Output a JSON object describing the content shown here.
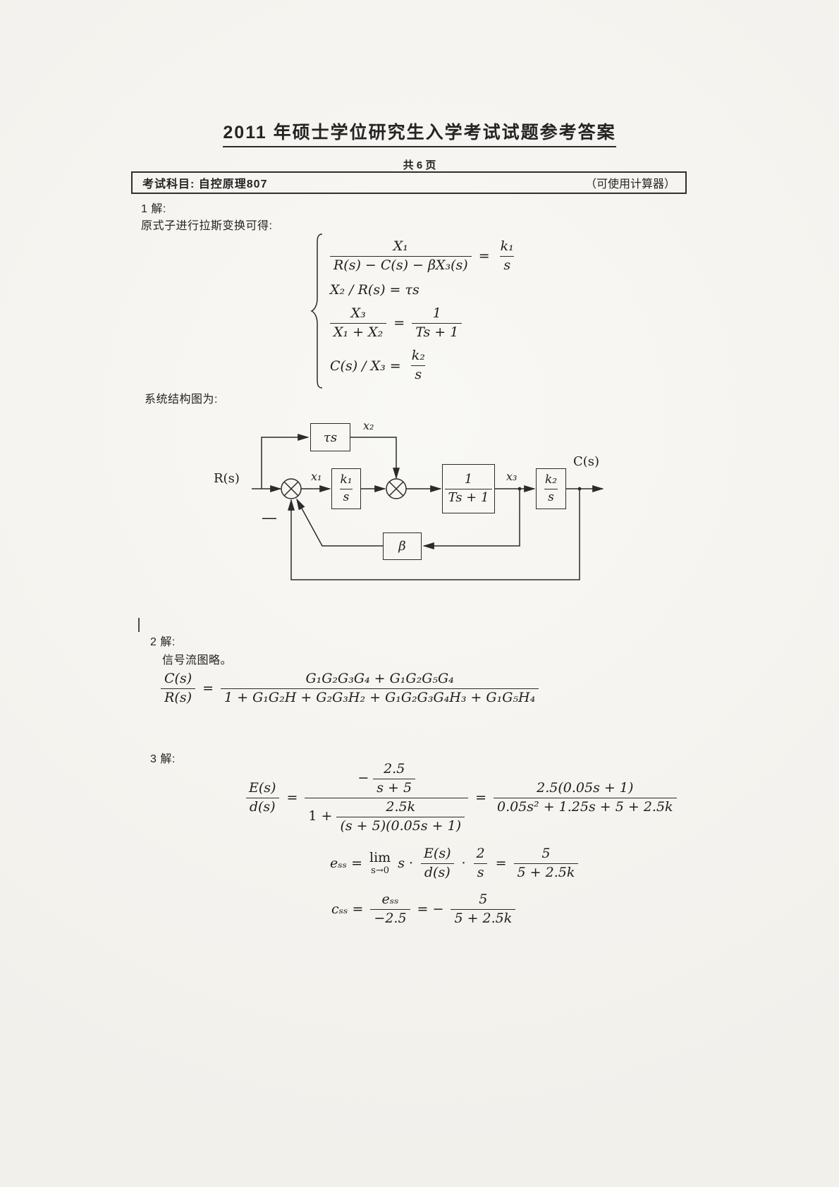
{
  "header": {
    "title": "2011 年硕士学位研究生入学考试试题参考答案",
    "pages": "共 6 页",
    "subject": "考试科目: 自控原理807",
    "calculator": "（可使用计算器）"
  },
  "sec1": {
    "heading": "1 解:",
    "intro": "原式子进行拉斯变换可得:",
    "eq1": {
      "num": "X₁",
      "den": "R(s) − C(s) − βX₃(s)",
      "eq": "=",
      "rnum": "k₁",
      "rden": "s"
    },
    "eq2": {
      "text": "X₂ / R(s) = τs"
    },
    "eq3": {
      "num": "X₃",
      "den": "X₁ + X₂",
      "eq": "=",
      "rnum": "1",
      "rden": "Ts + 1"
    },
    "eq4": {
      "lhs": "C(s) / X₃ =",
      "rnum": "k₂",
      "rden": "s"
    },
    "diagram_caption": "系统结构图为:"
  },
  "diagram": {
    "input": "R(s)",
    "output": "C(s)",
    "x1": "x₁",
    "x2": "x₂",
    "x3": "x₃",
    "minus": "—",
    "tau_block": "τs",
    "k1_num": "k₁",
    "k1_den": "s",
    "plant_num": "1",
    "plant_den": "Ts + 1",
    "k2_num": "k₂",
    "k2_den": "s",
    "beta_block": "β"
  },
  "sec2": {
    "heading": "2 解:",
    "note": "信号流图略。",
    "lhs_num": "C(s)",
    "lhs_den": "R(s)",
    "eq": "=",
    "num": "G₁G₂G₃G₄ + G₁G₂G₅G₄",
    "den": "1 + G₁G₂H + G₂G₃H₂ + G₁G₂G₃G₄H₃ + G₁G₅H₄"
  },
  "sec3": {
    "heading": "3 解:",
    "lhs_num": "E(s)",
    "lhs_den": "d(s)",
    "eq1": "=",
    "minus": "−",
    "t_num": "2.5",
    "t_den": "s + 5",
    "b_prefix": "1 +",
    "b_num": "2.5k",
    "b_den": "(s + 5)(0.05s + 1)",
    "eq2": "=",
    "r_num": "2.5(0.05s + 1)",
    "r_den": "0.05s² + 1.25s + 5 + 2.5k",
    "ess": {
      "lhs": "eₛₛ =",
      "lim": "lim",
      "limsub": "s→0",
      "sdot": "s ·",
      "f1num": "E(s)",
      "f1den": "d(s)",
      "dot": "·",
      "f2num": "2",
      "f2den": "s",
      "eq": "=",
      "rnum": "5",
      "rden": "5 + 2.5k"
    },
    "css": {
      "lhs": "cₛₛ =",
      "num": "eₛₛ",
      "den": "−2.5",
      "eq": "= −",
      "rnum": "5",
      "rden": "5 + 2.5k"
    }
  }
}
